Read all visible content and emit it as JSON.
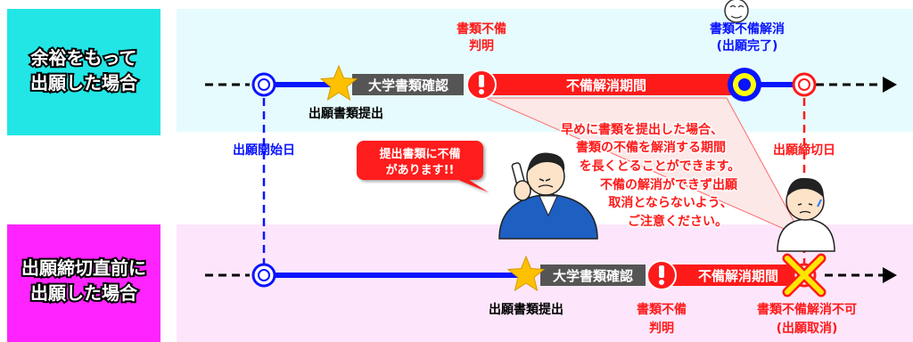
{
  "scenarios": {
    "early": {
      "label_line1": "余裕をもって",
      "label_line2": "出願した場合",
      "label_color": "#22e6e6",
      "band_color": "#e6fbfd",
      "step_confirm": "大学書類確認",
      "step_submit": "出願書類提出",
      "defect_found_line1": "書類不備",
      "defect_found_line2": "判明",
      "cure_period": "不備解消期間",
      "resolved_line1": "書類不備解消",
      "resolved_line2": "(出願完了)"
    },
    "late": {
      "label_line1": "出願締切直前に",
      "label_line2": "出願した場合",
      "label_color": "#ff24ff",
      "band_color": "#fde6fb",
      "step_confirm": "大学書類確認",
      "step_submit": "出願書類提出",
      "defect_found_line1": "書類不備",
      "defect_found_line2": "判明",
      "cure_period": "不備解消期間",
      "unresolved_line1": "書類不備解消不可",
      "unresolved_line2": "(出願取消)"
    }
  },
  "milestones": {
    "application_start": "出願開始日",
    "application_deadline": "出願締切日"
  },
  "callout": {
    "line1": "提出書類に不備",
    "line2": "があります!!"
  },
  "note": {
    "lines": [
      "早めに書類を提出した場合、",
      "書類の不備を解消する期間",
      "を長くとることができます。",
      "不備の解消ができず出願",
      "取消とならないよう、",
      "ご注意ください。"
    ]
  },
  "colors": {
    "timeline_blue": "#0a14ff",
    "alert_red": "#ff1a1a",
    "step_gray": "#555555",
    "star_gold": "#ffc000",
    "complete_ring": "#ffff00",
    "cross_yellow": "#ffe600",
    "note_red": "#ff1a1a"
  },
  "icons": [
    "star-icon",
    "exclamation-icon",
    "cross-icon",
    "phone-person-illustration",
    "worried-person-illustration",
    "arrow-head-icon"
  ]
}
